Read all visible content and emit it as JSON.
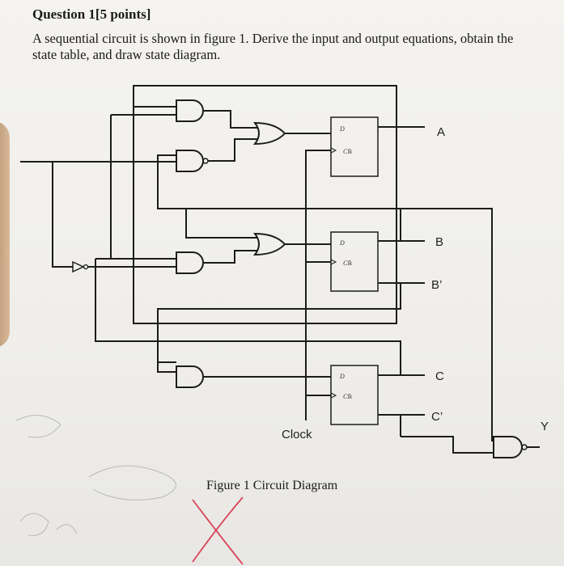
{
  "question": {
    "title": "Question 1[5 points]",
    "body": "A sequential circuit is shown in figure 1. Derive the input and output equations, obtain the state table, and draw state diagram."
  },
  "diagram": {
    "outputs": {
      "a": "A",
      "b": "B",
      "b_not": "B’",
      "c": "C",
      "c_not": "C’",
      "y": "Y"
    },
    "clock_label": "Clock",
    "ff_d_label": "D",
    "ff_clk_label": "Clk",
    "caption": "Figure 1 Circuit Diagram"
  },
  "annotation": {
    "mark": "red-x-mark",
    "color": "#d9435a"
  }
}
